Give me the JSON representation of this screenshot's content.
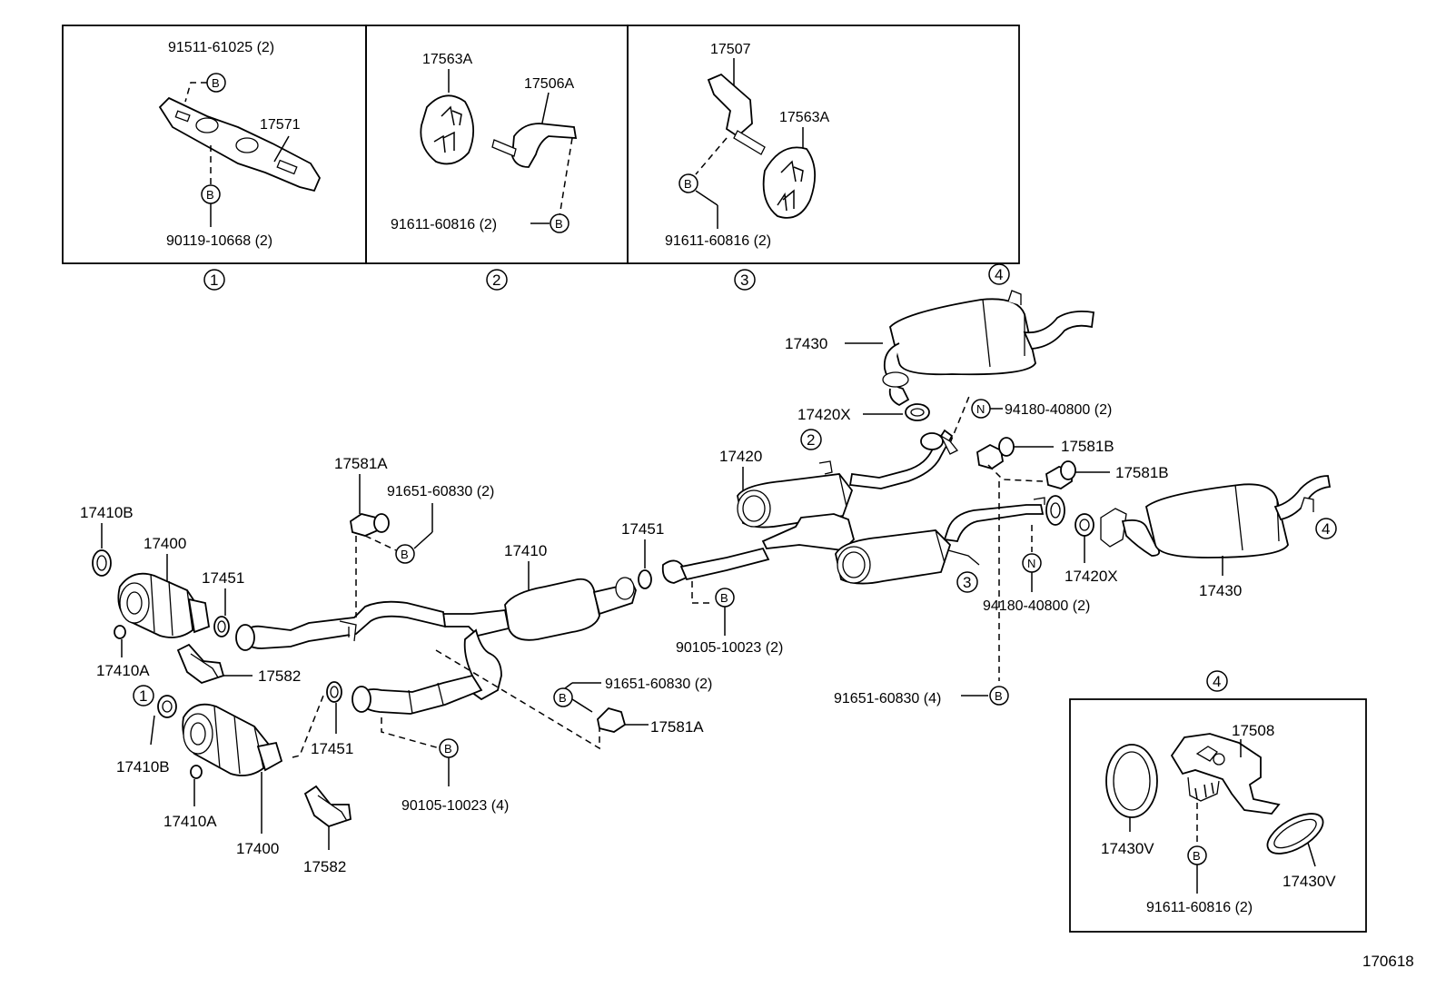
{
  "inset_boxes": {
    "box1": {
      "num": "1",
      "top_part": "91511-61025 (2)",
      "hanger_part": "17571",
      "bottom_part": "90119-10668 (2)",
      "bolt_symbol": "B"
    },
    "box2": {
      "num": "2",
      "cushion_part": "17563A",
      "bracket_part": "17506A",
      "bolt_part": "91611-60816 (2)",
      "bolt_symbol": "B"
    },
    "box3": {
      "num": "3",
      "bracket_part": "17507",
      "cushion_part": "17563A",
      "bolt_part": "91611-60816 (2)",
      "bolt_symbol": "B"
    },
    "box4": {
      "num": "4",
      "bracket_part": "17508",
      "gasket_left": "17430V",
      "gasket_right": "17430V",
      "bolt_part": "91611-60816 (2)",
      "bolt_symbol": "B"
    }
  },
  "labels": {
    "muffler_top": "17430",
    "muffler_right": "17430",
    "ref4_top": "4",
    "ref4_right": "4",
    "gasket_17420x_top": "17420X",
    "gasket_17420x_right": "17420X",
    "nut_top": "94180-40800 (2)",
    "nut_bottom": "94180-40800 (2)",
    "nut_symbol": "N",
    "hanger_17581b_a": "17581B",
    "hanger_17581b_b": "17581B",
    "center_pipe": "17420",
    "ref2": "2",
    "ref3": "3",
    "hanger_17581a_top": "17581A",
    "bolt_91651_top": "91651-60830 (2)",
    "front_pipe": "17410",
    "gasket_17451_right": "17451",
    "bolt_90105_right": "90105-10023 (2)",
    "bolt_91651_right": "91651-60830 (4)",
    "gasket_17410b_top": "17410B",
    "cat_top": "17400",
    "gasket_17451_left": "17451",
    "gasket_17410a_top": "17410A",
    "bracket_17582_top": "17582",
    "ref1": "1",
    "gasket_17410b_bottom": "17410B",
    "gasket_17410a_bottom": "17410A",
    "cat_bottom": "17400",
    "gasket_17451_bottom": "17451",
    "bracket_17582_bottom": "17582",
    "bolt_90105_bottom": "90105-10023 (4)",
    "bolt_91651_mid": "91651-60830 (2)",
    "hanger_17581a_mid": "17581A",
    "bolt_symbol": "B",
    "diagram_id": "170618"
  }
}
